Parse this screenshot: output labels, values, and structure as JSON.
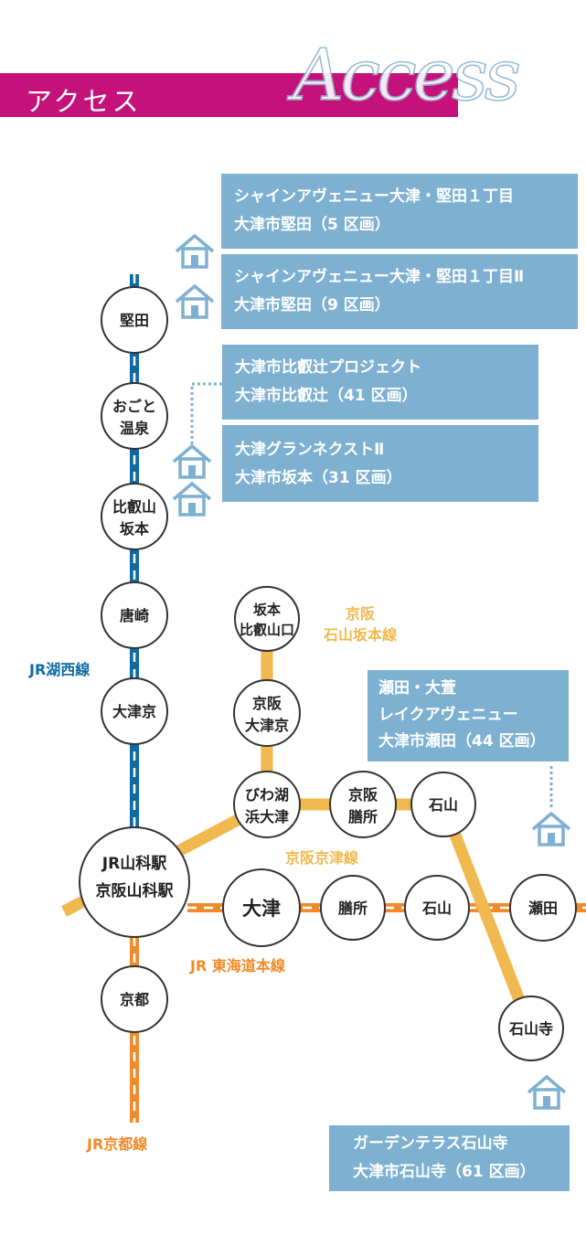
{
  "header": {
    "title": "アクセス",
    "script_title": "Access"
  },
  "properties": [
    {
      "name": "シャインアヴェニュー大津・堅田１丁目",
      "location": "大津市堅田（5 区画）"
    },
    {
      "name": "シャインアヴェニュー大津・堅田１丁目Ⅱ",
      "location": "大津市堅田（9 区画）"
    },
    {
      "name": "大津市比叡辻プロジェクト",
      "location": "大津市比叡辻（41 区画）"
    },
    {
      "name": "大津グランネクストⅡ",
      "location": "大津市坂本（31 区画）"
    },
    {
      "name": "瀬田・大萱",
      "name2": "レイクアヴェニュー",
      "location": "大津市瀬田（44 区画）"
    },
    {
      "name": "ガーデンテラス石山寺",
      "location": "大津市石山寺（61 区画）"
    }
  ],
  "lines": {
    "jr_kosei": "JR湖西線",
    "keihan_ishiyama": [
      "京阪",
      "石山坂本線"
    ],
    "keihan_keishin": "京阪京津線",
    "jr_tokaido": "JR 東海道本線",
    "jr_kyoto": "JR京都線"
  },
  "stations": {
    "katata": "堅田",
    "ogoto": [
      "おごと",
      "温泉"
    ],
    "hieizan": [
      "比叡山",
      "坂本"
    ],
    "karasaki": "唐崎",
    "otsukyo": "大津京",
    "yamashina": [
      "JR山科駅",
      "京阪山科駅"
    ],
    "kyoto": "京都",
    "sakamoto_hieizanguchi": [
      "坂本",
      "比叡山口"
    ],
    "keihan_otsukyo": [
      "京阪",
      "大津京"
    ],
    "biwako_hamaotsu": [
      "びわ湖",
      "浜大津"
    ],
    "keihan_zeze": [
      "京阪",
      "膳所"
    ],
    "keihan_ishiyama": "石山",
    "otsu": "大津",
    "zeze": "膳所",
    "ishiyama": "石山",
    "seta": "瀬田",
    "ishiyamadera": "石山寺"
  },
  "colors": {
    "magenta": "#c4127a",
    "box_blue": "#7db0d1",
    "jr_blue": "#0d6aa3",
    "keihan_yellow": "#f0b94f",
    "jr_orange": "#f08a2a"
  }
}
